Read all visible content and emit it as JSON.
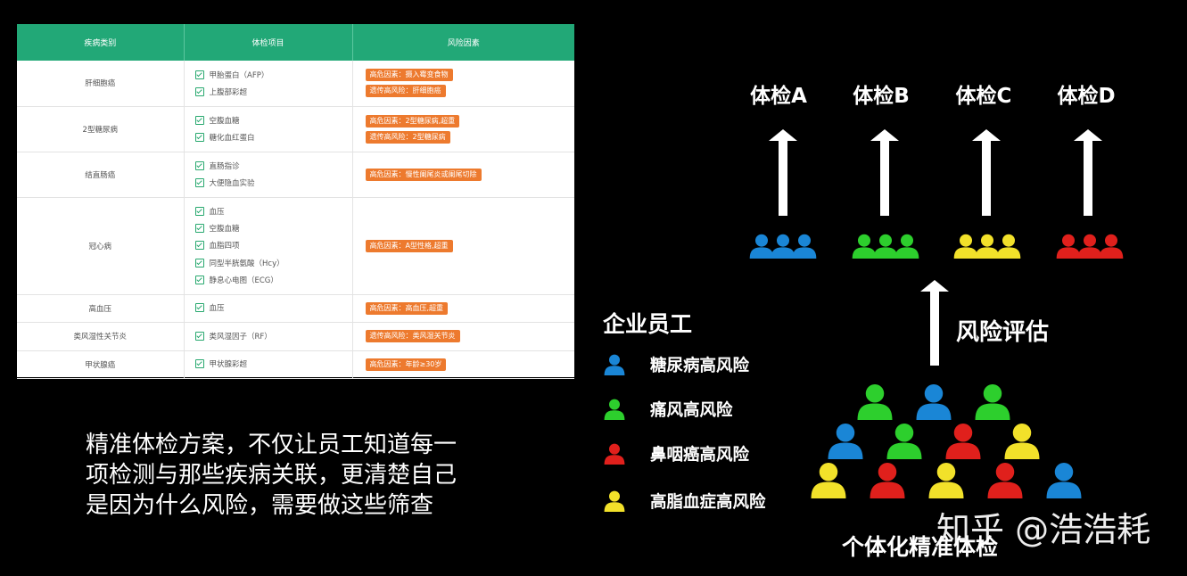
{
  "table": {
    "headers": [
      "疾病类别",
      "体检项目",
      "风险因素"
    ],
    "rows": [
      {
        "disease": "肝细胞癌",
        "items": [
          "甲胎蛋白（AFP）",
          "上腹部彩超"
        ],
        "risks": [
          "高危因素：摄入霉变食物",
          "遗传高风险：肝细胞癌"
        ]
      },
      {
        "disease": "2型糖尿病",
        "items": [
          "空腹血糖",
          "糖化血红蛋白"
        ],
        "risks": [
          "高危因素：2型糖尿病,超重",
          "遗传高风险：2型糖尿病"
        ]
      },
      {
        "disease": "结直肠癌",
        "items": [
          "直肠指诊",
          "大便隐血实验"
        ],
        "risks": [
          "高危因素：慢性阑尾炎或阑尾切除"
        ]
      },
      {
        "disease": "冠心病",
        "items": [
          "血压",
          "空腹血糖",
          "血脂四项",
          "同型半胱氨酸（Hcy）",
          "静息心电图（ECG）"
        ],
        "risks": [
          "高危因素：A型性格,超重"
        ]
      },
      {
        "disease": "高血压",
        "items": [
          "血压"
        ],
        "risks": [
          "高危因素：高血压,超重"
        ]
      },
      {
        "disease": "类风湿性关节炎",
        "items": [
          "类风湿因子（RF）"
        ],
        "risks": [
          "遗传高风险：类风湿关节炎"
        ]
      },
      {
        "disease": "甲状腺癌",
        "items": [
          "甲状腺彩超"
        ],
        "risks": [
          "高危因素：年龄≥30岁"
        ]
      }
    ]
  },
  "caption": {
    "lines": [
      "精准体检方案，不仅让员工知道每一",
      "项检测与那些疾病关联，更清楚自己",
      "是因为什么风险，需要做这些筛查"
    ]
  },
  "exams": [
    "体检A",
    "体检B",
    "体检C",
    "体检D"
  ],
  "legend": {
    "title": "企业员工",
    "items": [
      {
        "label": "糖尿病高风险",
        "color": "#1a86d6"
      },
      {
        "label": "痛风高风险",
        "color": "#2dcf2d"
      },
      {
        "label": "鼻咽癌高风险",
        "color": "#e0201c"
      },
      {
        "label": "高脂血症高风险",
        "color": "#f2e12a"
      }
    ]
  },
  "assessment_label": "风险评估",
  "bottom_title": "个体化精准体检",
  "watermark": "知乎 @浩浩耗",
  "colors": {
    "blue": "#1a86d6",
    "green": "#2dcf2d",
    "red": "#e0201c",
    "yellow": "#f2e12a",
    "header_green": "#22a877",
    "tag_orange": "#ed7a2e"
  },
  "pyramid": [
    [
      "green",
      "blue",
      "green"
    ],
    [
      "blue",
      "green",
      "red",
      "yellow"
    ],
    [
      "yellow",
      "red",
      "yellow",
      "red",
      "blue"
    ]
  ],
  "groups": [
    "blue",
    "green",
    "yellow",
    "red"
  ]
}
